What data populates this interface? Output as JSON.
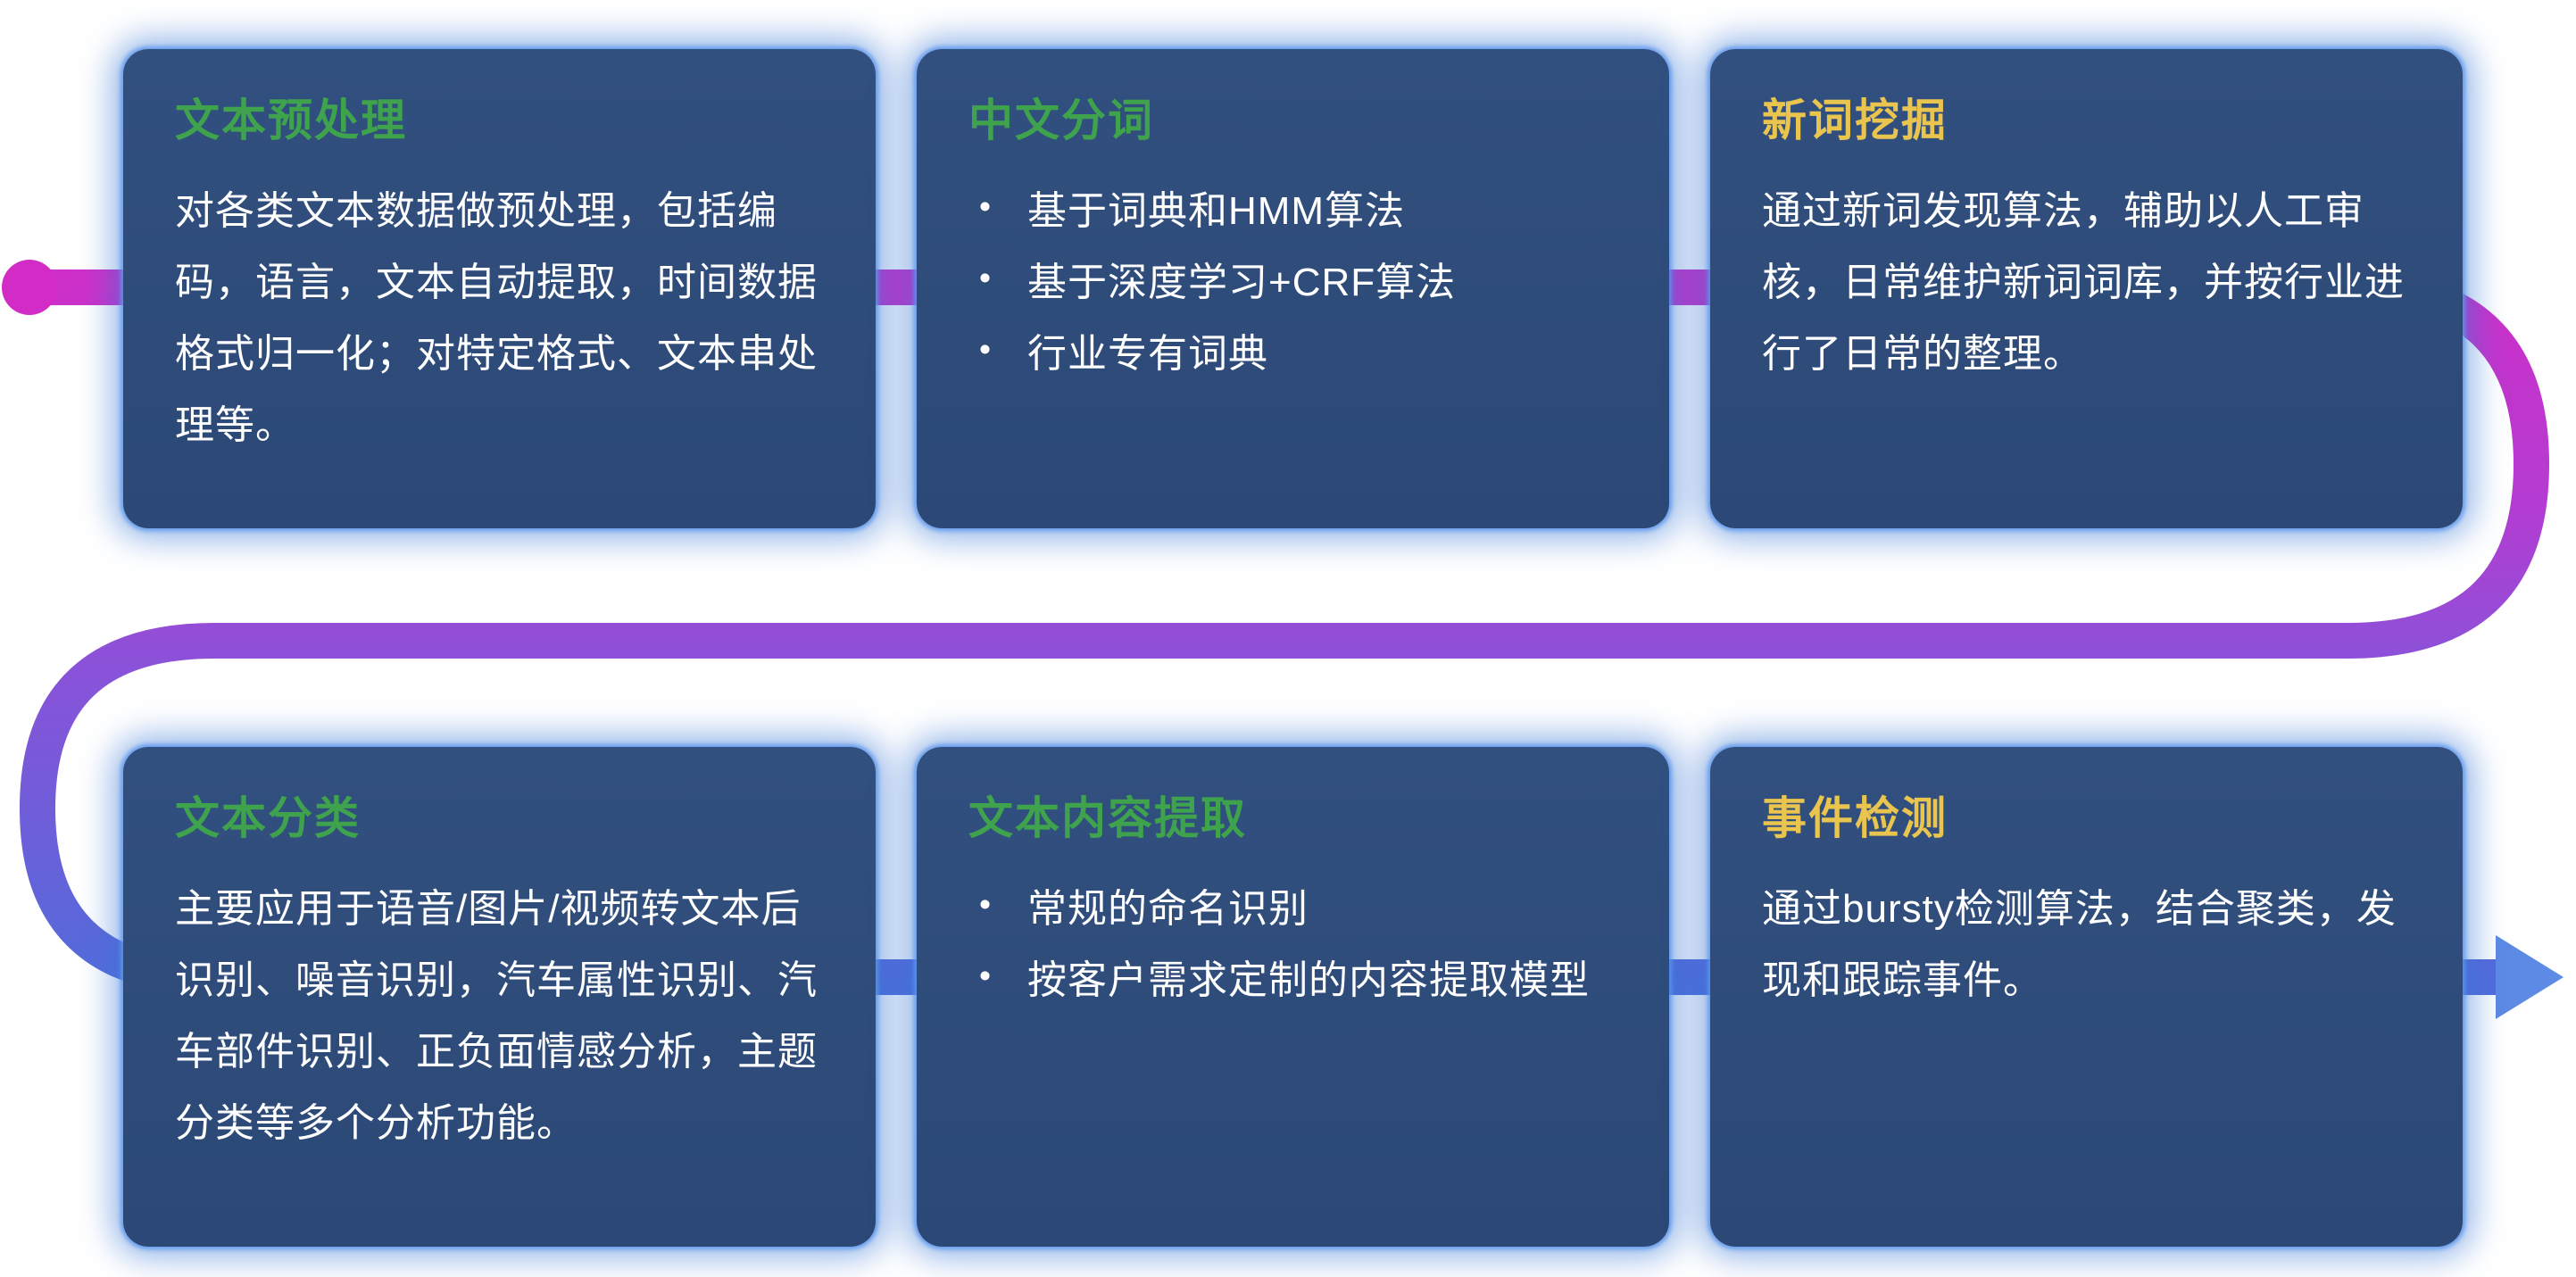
{
  "theme": {
    "page_background": "#ffffff",
    "card_bg": "#2b4876",
    "card_bg_top": "#32507f",
    "card_glow": "#3d7de0",
    "body_text": "#ffffff",
    "title_green": "#3fa24d",
    "title_yellow": "#e9c44e"
  },
  "connector": {
    "start_dot_color": "#d32cc6",
    "gradient": [
      "#d32cc6",
      "#b43cd2",
      "#8a52d8",
      "#4a6fdb"
    ],
    "arrow_color": "#5d8ae4"
  },
  "cards": [
    {
      "id": "text-preprocessing",
      "title": "文本预处理",
      "title_color": "#3fa24d",
      "type": "paragraph",
      "body": "对各类文本数据做预处理，包括编码，语言，文本自动提取，时间数据格式归一化；对特定格式、文本串处理等。"
    },
    {
      "id": "chinese-word-segmentation",
      "title": "中文分词",
      "title_color": "#3fa24d",
      "type": "bullets",
      "bullets": [
        "基于词典和HMM算法",
        "基于深度学习+CRF算法",
        "行业专有词典"
      ]
    },
    {
      "id": "new-word-mining",
      "title": "新词挖掘",
      "title_color": "#e9c44e",
      "type": "paragraph",
      "body": "通过新词发现算法，辅助以人工审核，日常维护新词词库，并按行业进行了日常的整理。"
    },
    {
      "id": "text-classification",
      "title": "文本分类",
      "title_color": "#3fa24d",
      "type": "paragraph",
      "body": "主要应用于语音/图片/视频转文本后识别、噪音识别，汽车属性识别、汽车部件识别、正负面情感分析，主题分类等多个分析功能。"
    },
    {
      "id": "text-content-extraction",
      "title": "文本内容提取",
      "title_color": "#3fa24d",
      "type": "bullets",
      "bullets": [
        "常规的命名识别",
        "按客户需求定制的内容提取模型"
      ]
    },
    {
      "id": "event-detection",
      "title": "事件检测",
      "title_color": "#e9c44e",
      "type": "paragraph",
      "body": "通过bursty检测算法，结合聚类，发现和跟踪事件。"
    }
  ]
}
